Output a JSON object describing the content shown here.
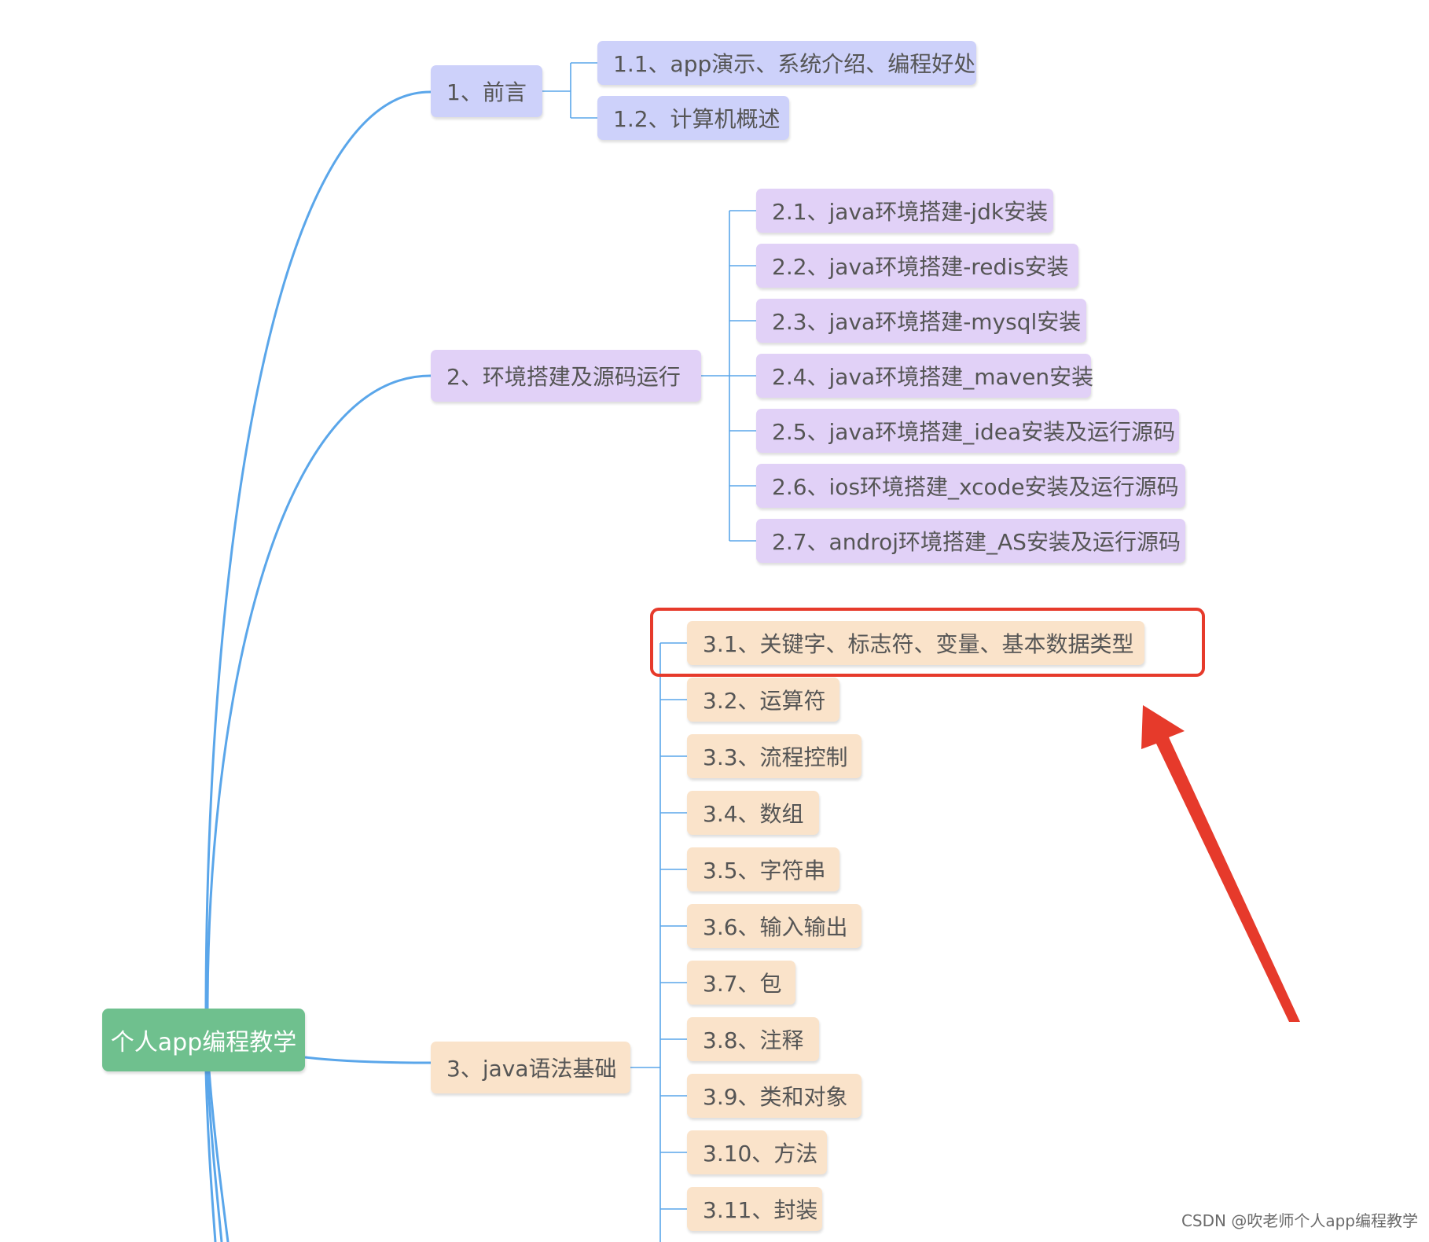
{
  "root": {
    "label": "个人app编程教学"
  },
  "sections": [
    {
      "label": "1、前言",
      "children": [
        "1.1、app演示、系统介绍、编程好处",
        "1.2、计算机概述"
      ]
    },
    {
      "label": "2、环境搭建及源码运行",
      "children": [
        "2.1、java环境搭建-jdk安装",
        "2.2、java环境搭建-redis安装",
        "2.3、java环境搭建-mysql安装",
        "2.4、java环境搭建_maven安装",
        "2.5、java环境搭建_idea安装及运行源码",
        "2.6、ios环境搭建_xcode安装及运行源码",
        "2.7、androj环境搭建_AS安装及运行源码"
      ]
    },
    {
      "label": "3、java语法基础",
      "children": [
        "3.1、关键字、标志符、变量、基本数据类型",
        "3.2、运算符",
        "3.3、流程控制",
        "3.4、数组",
        "3.5、字符串",
        "3.6、输入输出",
        "3.7、包",
        "3.8、注释",
        "3.9、类和对象",
        "3.10、方法",
        "3.11、封装"
      ]
    }
  ],
  "colors": {
    "root": "#6fc08e",
    "section_1": "#cdd1fa",
    "section_2": "#e1d1f7",
    "section_3": "#fae3ca",
    "connector": "#5aa6ea",
    "highlight": "#e63a2b"
  },
  "highlight": {
    "target": "3.1、关键字、标志符、变量、基本数据类型"
  },
  "watermark": "CSDN @吹老师个人app编程教学"
}
